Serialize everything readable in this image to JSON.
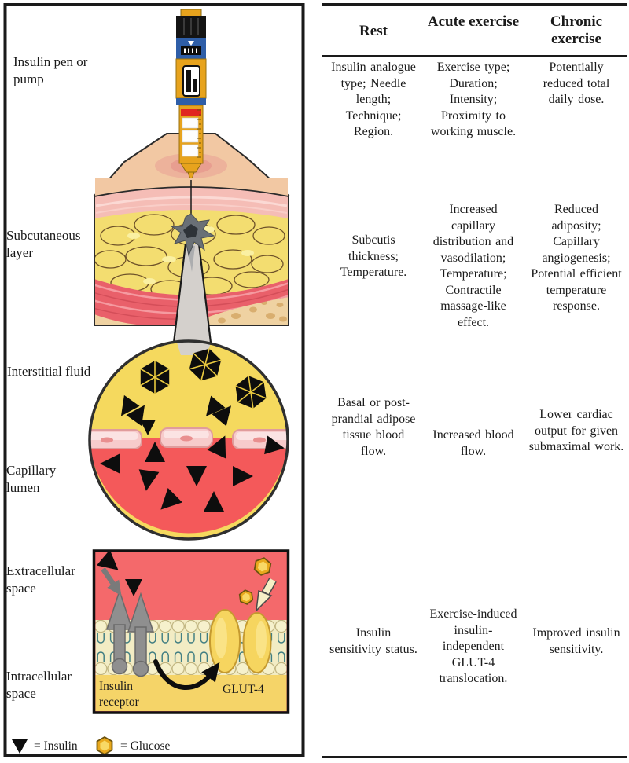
{
  "diagram": {
    "labels": {
      "pen": "Insulin pen or pump",
      "subcutaneous": "Subcutaneous layer",
      "interstitial": "Interstitial fluid",
      "capillary": "Capillary lumen",
      "extracellular": "Extracellular space",
      "intracellular": "Intracellular space",
      "insulin_receptor": "Insulin receptor",
      "glut4": "GLUT-4",
      "legend_insulin": "= Insulin",
      "legend_glucose": "= Glucose"
    },
    "colors": {
      "insulin_particle": "#0d0d0d",
      "glucose": "#E8A81C",
      "interstitial_fluid": "#F5D95E",
      "capillary_lumen": "#F4595A",
      "extracellular_space": "#F4696B",
      "intracellular_space": "#F5D468",
      "pen_body": "#E7A31D",
      "pen_blue": "#2E5EA8",
      "pen_red_band": "#E02621",
      "fat_layer": "#F3DD70",
      "muscle_layer": "#E9606A",
      "receptor_gray": "#8F8F8F"
    }
  },
  "table": {
    "headers": {
      "rest": "Rest",
      "acute": "Acute exercise",
      "chronic": "Chronic exercise"
    },
    "rows": [
      {
        "rest": "Insulin analogue type; Needle length; Technique; Region.",
        "acute": "Exercise type; Duration; Intensity; Proximity to working muscle.",
        "chronic": "Potentially reduced total daily dose."
      },
      {
        "rest": "Subcutis thickness; Temperature.",
        "acute": "Increased capillary distribution and vasodilation; Temperature; Contractile massage-like effect.",
        "chronic": "Reduced adiposity; Capillary angiogenesis; Potential efficient temperature response."
      },
      {
        "rest": "Basal or post-prandial adipose tissue blood flow.",
        "acute": "Increased blood flow.",
        "chronic": "Lower cardiac output for given submaximal work."
      },
      {
        "rest": "Insulin sensitivity status.",
        "acute": "Exercise-induced insulin-independent GLUT-4 translocation.",
        "chronic": "Improved insulin sensitivity."
      }
    ]
  }
}
